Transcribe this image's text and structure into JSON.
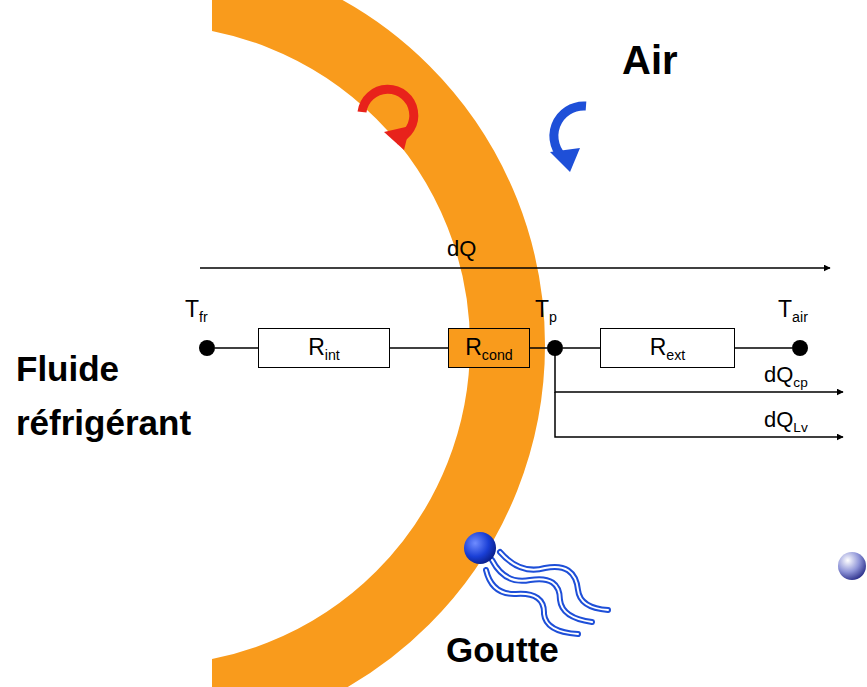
{
  "diagram": {
    "nodes": [
      {
        "text": [
          "Tfr"
        ]
      },
      {
        "text": [
          "Rint"
        ]
      },
      {
        "text": [
          "Rcond"
        ]
      },
      {
        "text": [
          "Tp"
        ]
      },
      {
        "text": [
          "Rext"
        ]
      },
      {
        "text": [
          "Tair"
        ]
      }
    ],
    "edges": [
      {
        "from": 0,
        "to": 1,
        "arrow": "none"
      },
      {
        "from": 1,
        "to": 2,
        "arrow": "none"
      },
      {
        "from": 2,
        "to": 3,
        "arrow": "none"
      },
      {
        "from": 3,
        "to": 4,
        "arrow": "none"
      },
      {
        "from": 4,
        "to": 5,
        "arrow": "none"
      }
    ],
    "labels": [
      "Air",
      "Fluide réfrigérant",
      "Goutte",
      "dQ",
      "dQcp",
      "dQLv"
    ]
  }
}
